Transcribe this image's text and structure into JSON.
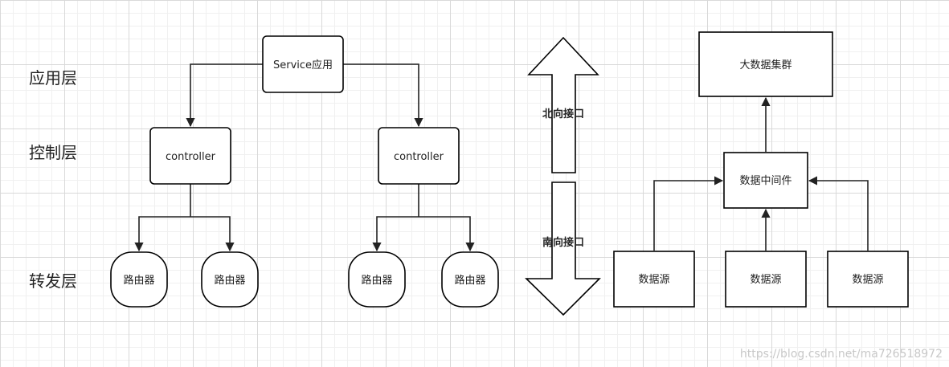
{
  "layers": {
    "app": "应用层",
    "control": "控制层",
    "forward": "转发层"
  },
  "nodes": {
    "service": "Service应用",
    "controller_left": "controller",
    "controller_right": "controller",
    "router_1": "路由器",
    "router_2": "路由器",
    "router_3": "路由器",
    "router_4": "路由器"
  },
  "interfaces": {
    "north": "北向接口",
    "south": "南向接口"
  },
  "data_flow": {
    "bigdata_cluster": "大数据集群",
    "middleware": "数据中间件",
    "source_1": "数据源",
    "source_2": "数据源",
    "source_3": "数据源"
  },
  "watermark": "https://blog.csdn.net/ma726518972"
}
